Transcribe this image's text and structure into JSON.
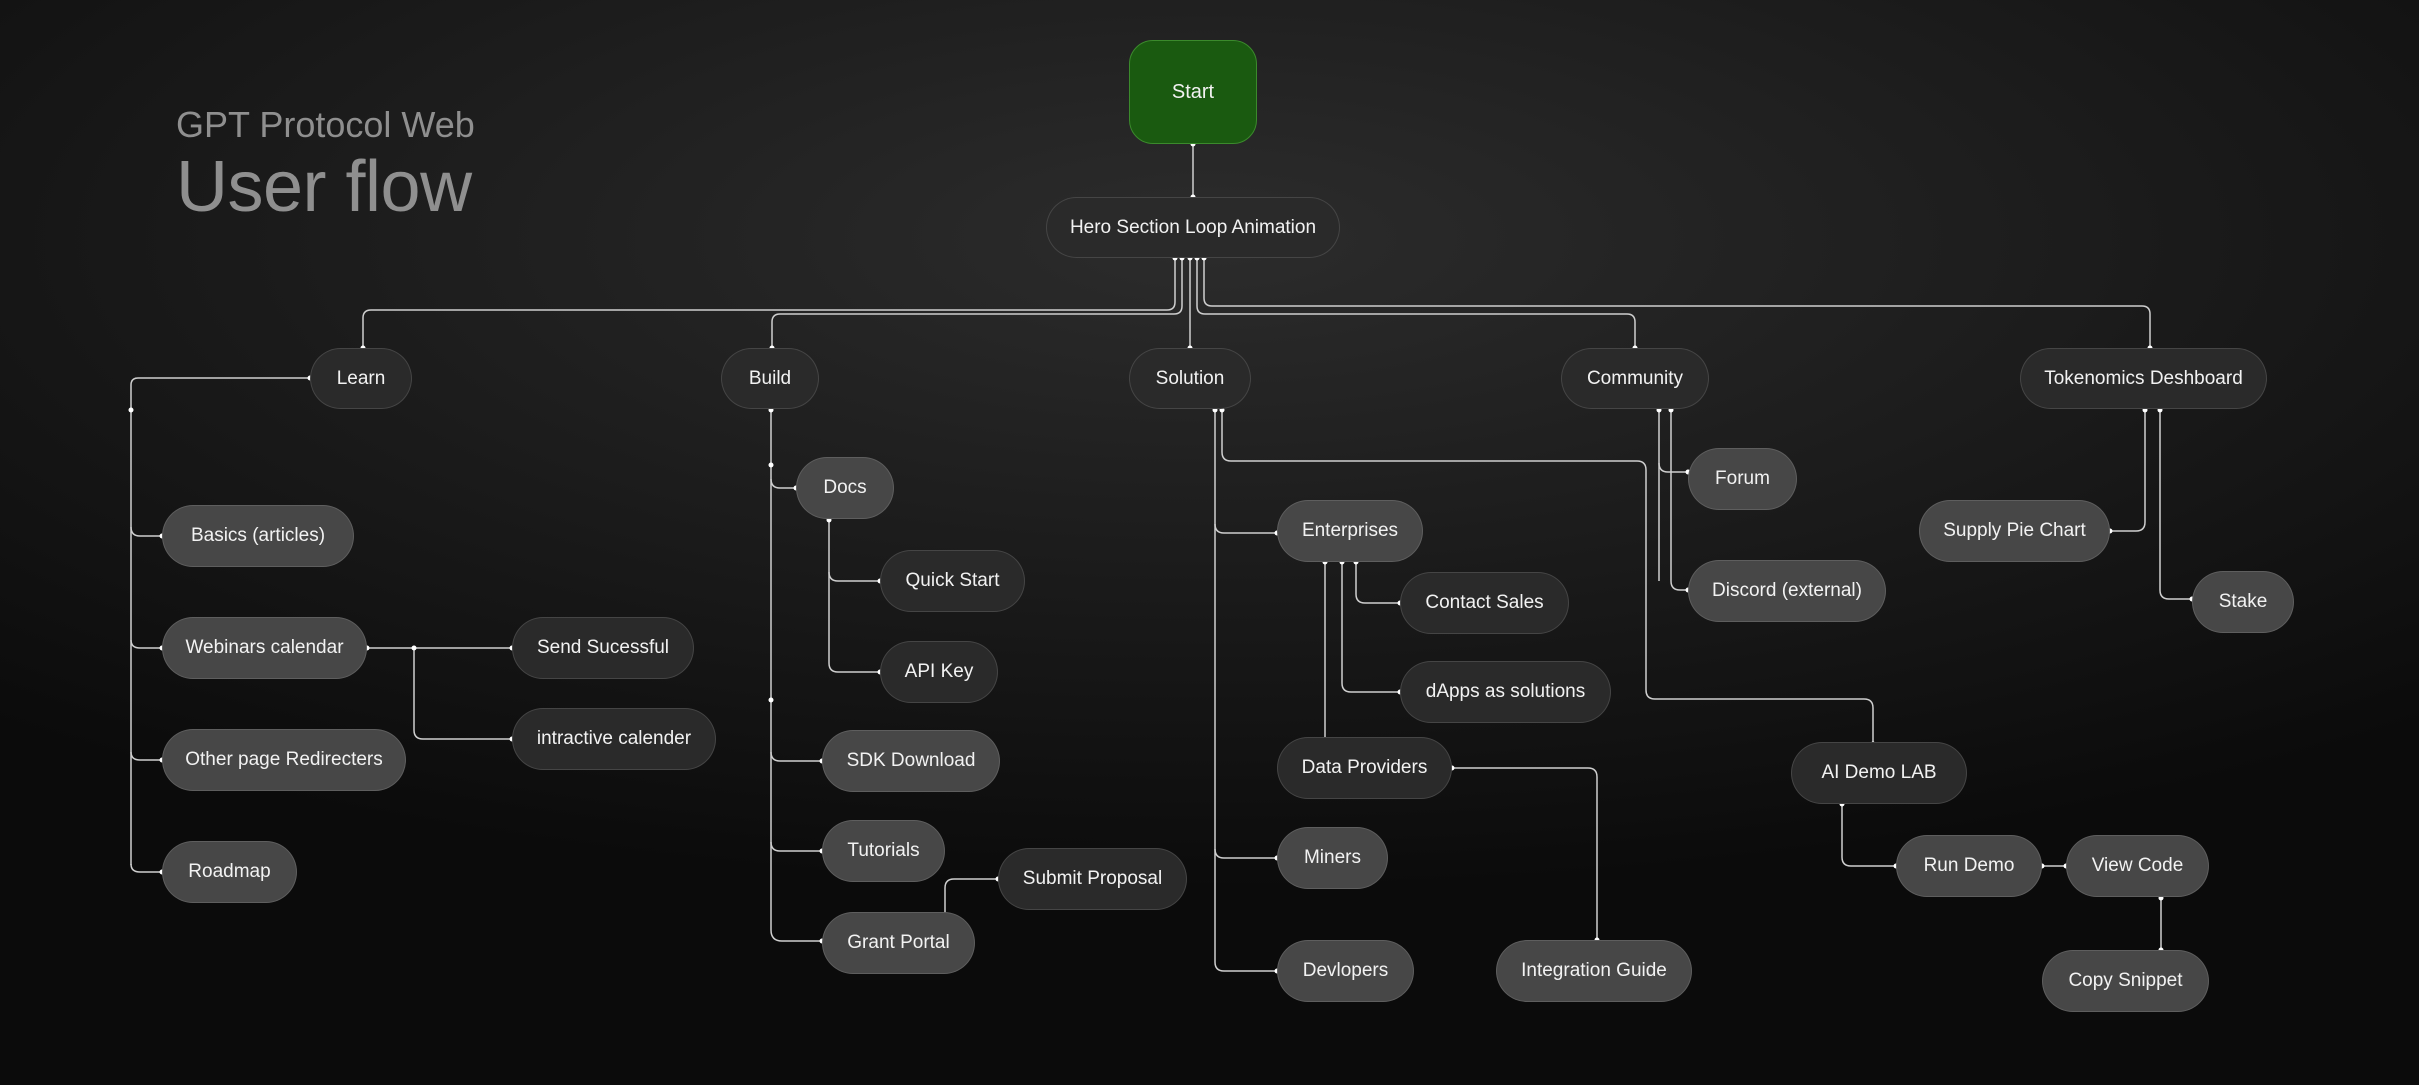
{
  "title": {
    "subtitle": "GPT Protocol Web",
    "main": "User flow"
  },
  "colors": {
    "start_fill": "#1a5a10",
    "node_dark": "#2a2a2a",
    "node_mid": "#474747",
    "connector": "#cfcfcf"
  },
  "nodes": {
    "start": "Start",
    "hero": "Hero Section Loop Animation",
    "learn": "Learn",
    "build": "Build",
    "solution": "Solution",
    "community": "Community",
    "tokenomics": "Tokenomics Deshboard",
    "basics": "Basics (articles)",
    "webinars": "Webinars calendar",
    "send_successful": "Send Sucessful",
    "interactive_calendar": "intractive calender",
    "other_redirecters": "Other page Redirecters",
    "roadmap": "Roadmap",
    "docs": "Docs",
    "quick_start": "Quick Start",
    "api_key": "API Key",
    "sdk_download": "SDK Download",
    "tutorials": "Tutorials",
    "submit_proposal": "Submit Proposal",
    "grant_portal": "Grant Portal",
    "enterprises": "Enterprises",
    "contact_sales": "Contact Sales",
    "dapps_solutions": "dApps as solutions",
    "data_providers": "Data Providers",
    "miners": "Miners",
    "developers": "Devlopers",
    "integration_guide": "Integration Guide",
    "forum": "Forum",
    "discord": "Discord (external)",
    "ai_demo_lab": "AI  Demo  LAB",
    "run_demo": "Run Demo",
    "view_code": "View Code",
    "copy_snippet": "Copy Snippet",
    "supply_pie_chart": "Supply Pie Chart",
    "stake": "Stake"
  }
}
